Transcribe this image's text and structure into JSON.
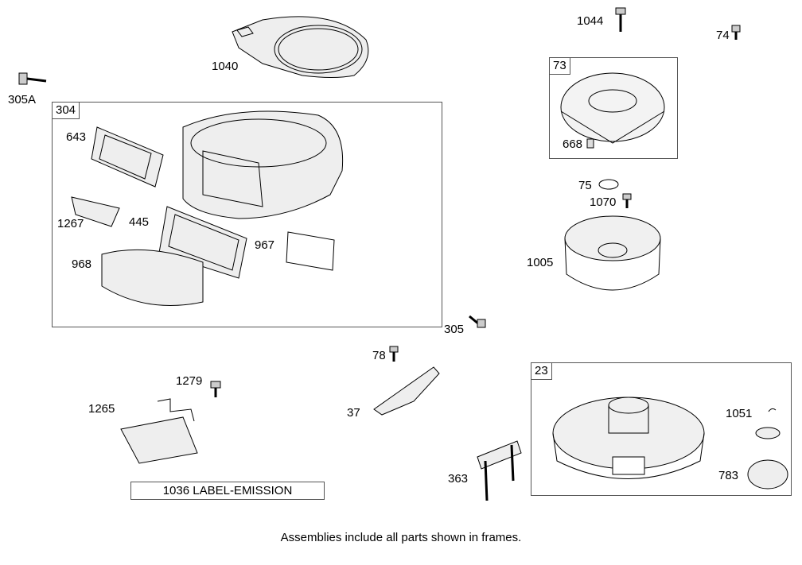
{
  "footer": "Assemblies include all parts shown in frames.",
  "banner": "1036 LABEL-EMISSION",
  "frames": {
    "f304": "304",
    "f73": "73",
    "f23": "23"
  },
  "labels": {
    "p1040": "1040",
    "p1044": "1044",
    "p74": "74",
    "p305A": "305A",
    "p643": "643",
    "p1267": "1267",
    "p445": "445",
    "p968": "968",
    "p967": "967",
    "p668": "668",
    "p75": "75",
    "p1070": "1070",
    "p1005": "1005",
    "p305": "305",
    "p78": "78",
    "p37": "37",
    "p1279": "1279",
    "p1265": "1265",
    "p1051": "1051",
    "p363": "363",
    "p783": "783"
  }
}
